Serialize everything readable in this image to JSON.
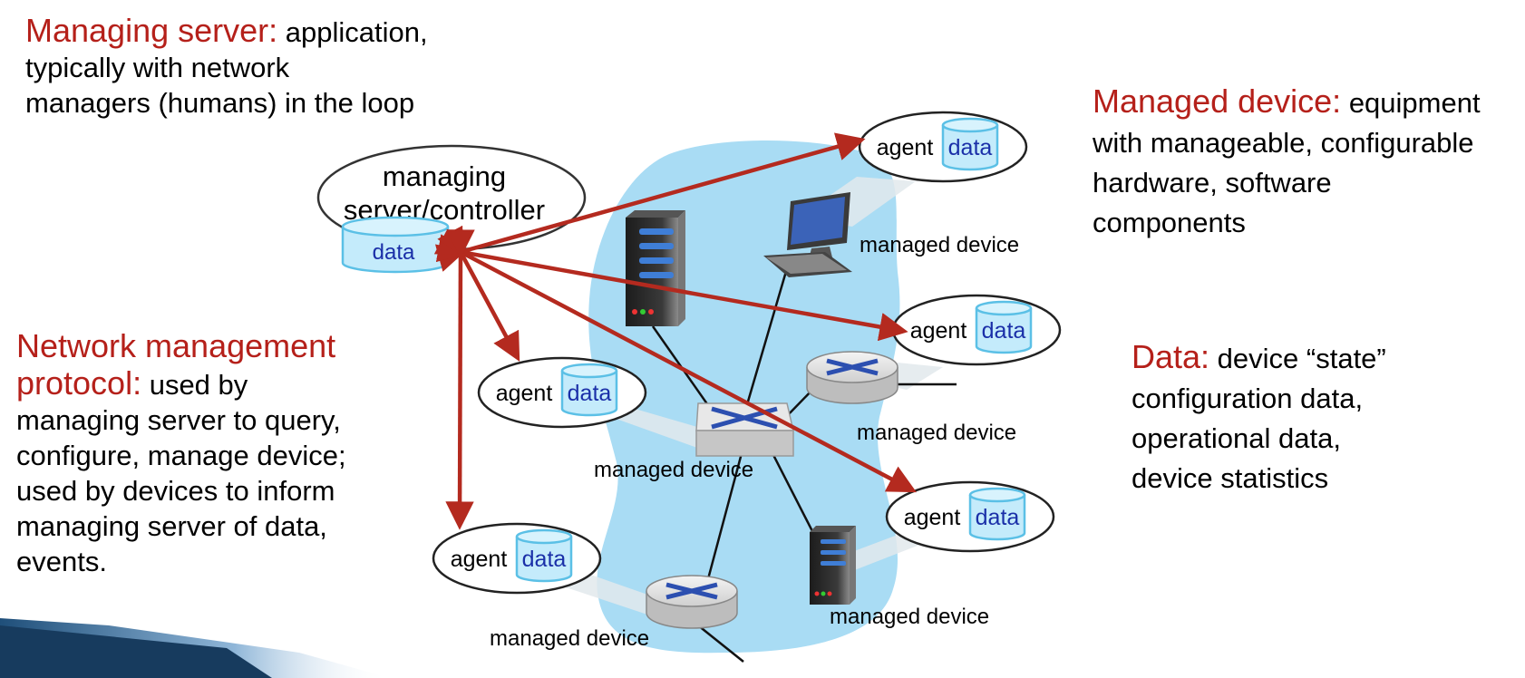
{
  "managing_server": {
    "heading": "Managing server:",
    "body_line1": "application,",
    "body_line2": "typically with network",
    "body_line3": "managers (humans) in the loop"
  },
  "managed_device_desc": {
    "heading": "Managed device:",
    "body_line1": "equipment",
    "body_line2": "with manageable, configurable",
    "body_line3": "hardware, software",
    "body_line4": "components"
  },
  "protocol": {
    "heading_line1": "Network management",
    "heading_line2": "protocol:",
    "body_line1": "used by",
    "body_line2": "managing server to query,",
    "body_line3": "configure, manage device;",
    "body_line4": "used by devices to inform",
    "body_line5": "managing server of data,",
    "body_line6": "events."
  },
  "data_desc": {
    "heading": "Data:",
    "body_line1": "device “state”",
    "body_line2": "configuration data,",
    "body_line3": "operational data,",
    "body_line4": "device statistics"
  },
  "diagram": {
    "controller_line1": "managing",
    "controller_line2": "server/controller",
    "controller_data": "data",
    "agent_label": "agent",
    "data_label": "data",
    "managed_device_label": "managed device"
  },
  "colors": {
    "heading_red": "#b5201a",
    "arrow_red": "#b42a1f",
    "cloud_blue": "#a9dcf4",
    "data_text_blue": "#1a2fa8",
    "cylinder_fill": "#c4ebfb",
    "cylinder_stroke": "#5bc0e6"
  }
}
